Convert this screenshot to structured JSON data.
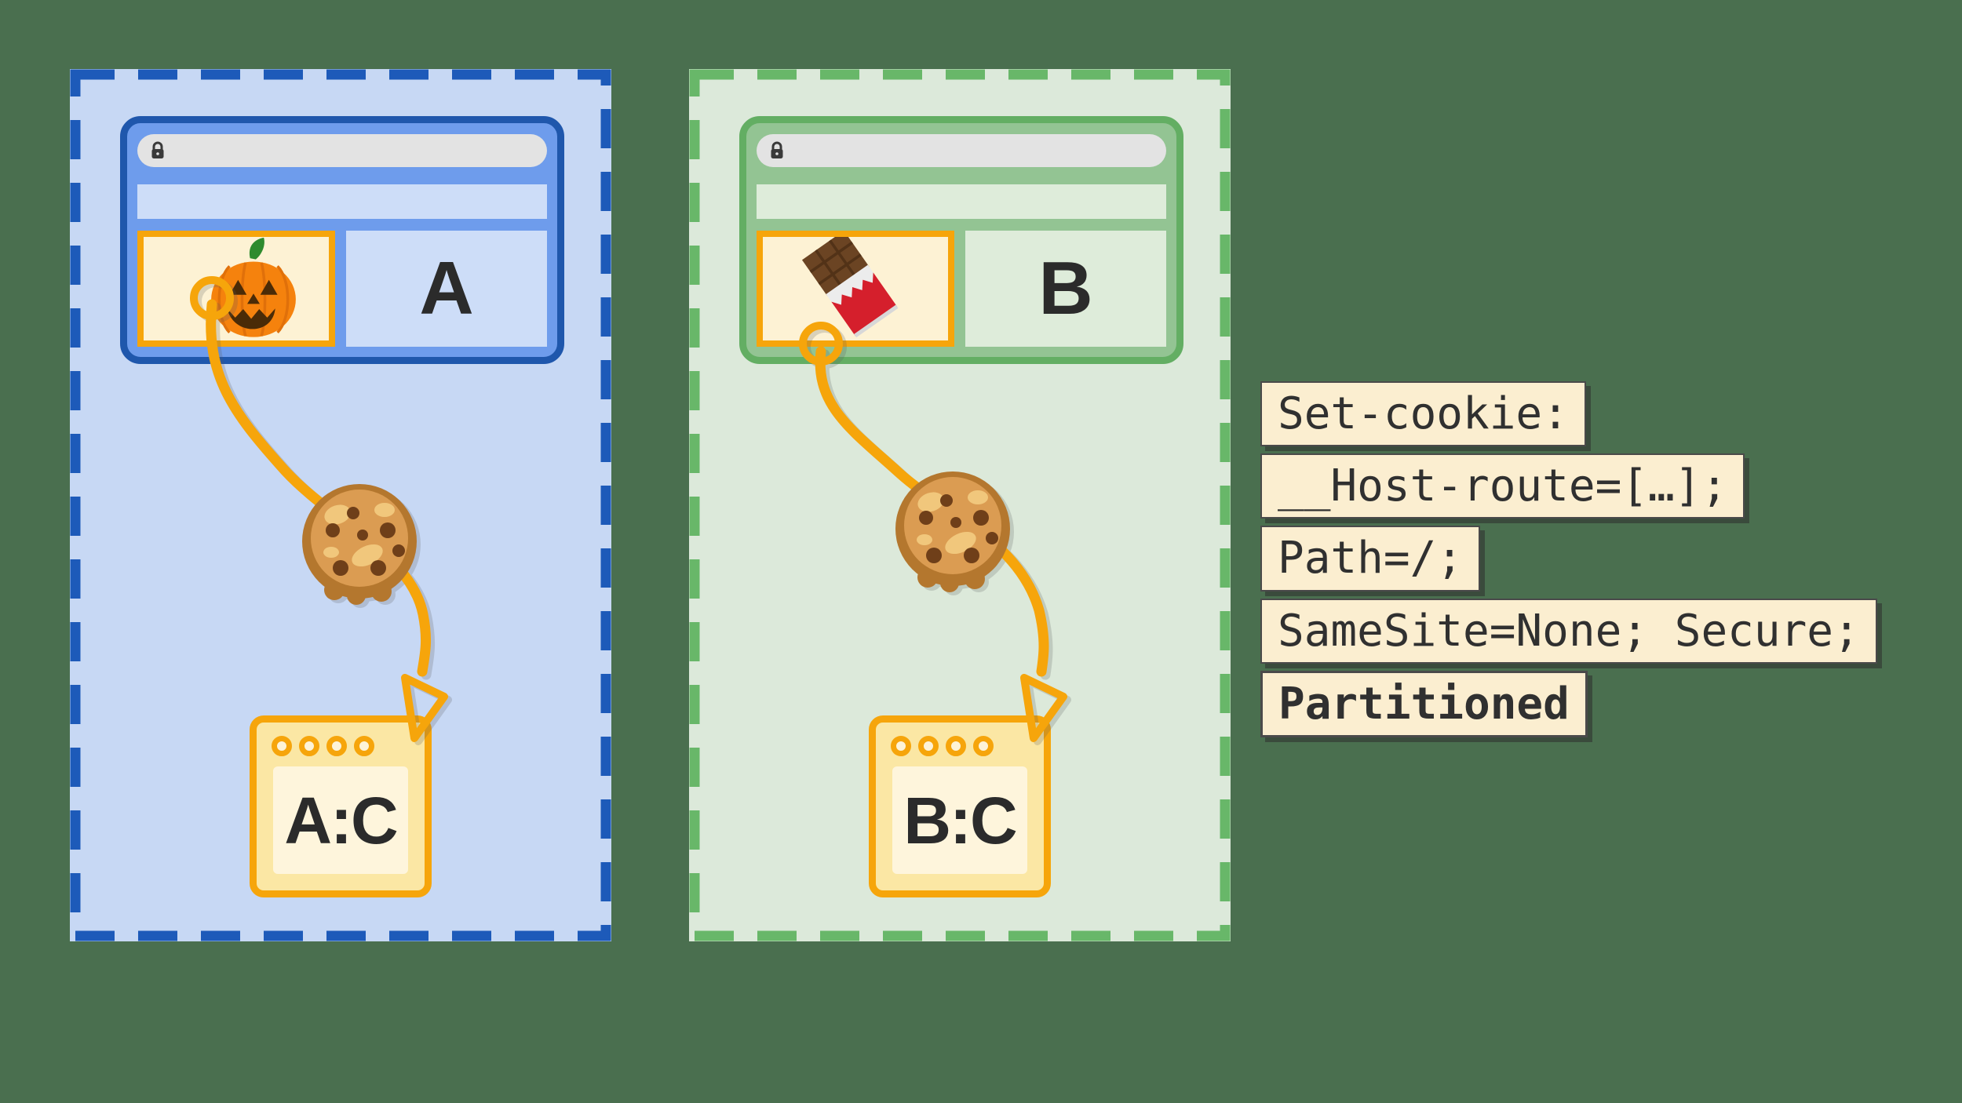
{
  "background_color": "#4A6F4F",
  "accent_orange": "#F6A50B",
  "panels": [
    {
      "site_label": "A",
      "jar_label": "A:C",
      "iframe_icon": "jack-o-lantern-icon",
      "cookie_icon": "cookie-icon",
      "dash_color": "#1D5AB9",
      "panel_bg": "#C7D8F4",
      "window_border": "#1F57AC",
      "window_fill": "#6E9CEC",
      "surface": "#CDDDF8"
    },
    {
      "site_label": "B",
      "jar_label": "B:C",
      "iframe_icon": "chocolate-bar-icon",
      "cookie_icon": "cookie-icon",
      "dash_color": "#68B769",
      "panel_bg": "#DCE9DA",
      "window_border": "#63AE63",
      "window_fill": "#93C493",
      "surface": "#DEECDA"
    }
  ],
  "browser": {
    "url_text": "",
    "url_bar_fill": "#E3E3E3",
    "lock_icon": "padlock-icon"
  },
  "iframe": {
    "border_color": "#F6A50B",
    "fill": "#FDF2D4"
  },
  "jar": {
    "border_color": "#F6A50B",
    "fill": "#FBE7A4",
    "inner_fill": "#FEF5DC"
  },
  "code": {
    "bg": "#FBEED0",
    "text_color": "#303030",
    "lines": [
      {
        "text": "Set-cookie:",
        "bold": false
      },
      {
        "text": "__Host-route=[…];",
        "bold": false
      },
      {
        "text": "Path=/;",
        "bold": false
      },
      {
        "text": "SameSite=None; Secure;",
        "bold": false
      },
      {
        "text": "Partitioned",
        "bold": true
      }
    ]
  }
}
